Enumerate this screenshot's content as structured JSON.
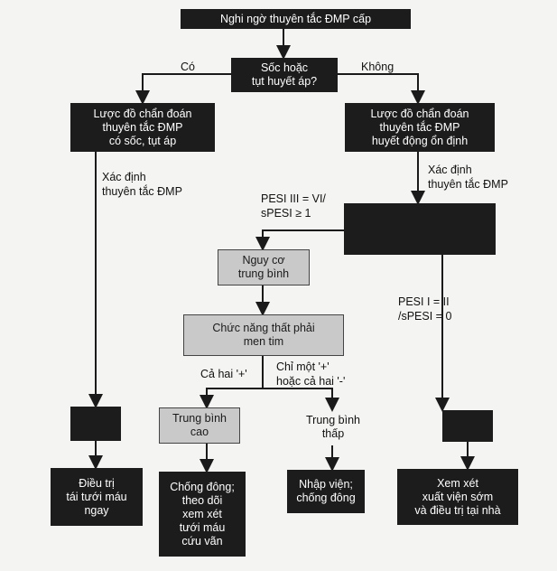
{
  "nodes": {
    "start": "Nghi ngờ thuyên tắc ĐMP cấp",
    "shock": "Sốc hoặc\ntụt huyết áp?",
    "left_pathway": "Lược đồ chẩn đoán\nthuyên tắc ĐMP\ncó sốc, tụt áp",
    "right_pathway": "Lược đồ chẩn đoán\nthuyên tắc ĐMP\nhuyết động ổn định",
    "right_blank": "",
    "intermediate_risk": "Nguy cơ\ntrung bình",
    "rv_function": "Chức năng thất phải\nmen tim",
    "inter_high": "Trung bình\ncao",
    "inter_low": "Trung bình\nthấp",
    "left_blank": "",
    "right_blank_low": "",
    "reperfusion": "Điều trị\ntái tưới máu\nngay",
    "anticoag": "Chống đông;\ntheo dõi\nxem xét\ntưới máu\ncứu vãn",
    "admission": "Nhập viện;\nchống đông",
    "discharge": "Xem xét\nxuất viện sớm\nvà điều trị tại nhà"
  },
  "edge_labels": {
    "yes": "Có",
    "no": "Không",
    "confirm_left": "Xác định\nthuyên tắc ĐMP",
    "confirm_right": "Xác định\nthuyên tắc ĐMP",
    "pesi_high": "PESI III = VI/\nsPESI ≥ 1",
    "pesi_low": "PESI I = II\n/sPESI = 0",
    "both_pos": "Cả hai '+'",
    "one_pos": "Chỉ một '+'\nhoặc cả hai '-'"
  },
  "colors": {
    "dark_box": "#1c1c1c",
    "grey_box": "#c9c9c9",
    "line": "#1a1a1a"
  }
}
